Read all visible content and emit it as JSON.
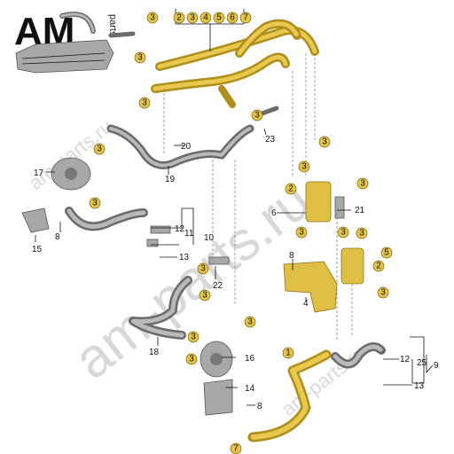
{
  "brand": {
    "logo_text": "AM",
    "logo_sub": "parts"
  },
  "watermark": {
    "text": "am-parts.ru"
  },
  "callouts": {
    "header": [
      "2",
      "3",
      "4",
      "5",
      "6",
      "7"
    ],
    "top_yellow": [
      "3",
      "3",
      "3"
    ],
    "right_yellow": [
      "3",
      "3",
      "2",
      "3",
      "3",
      "3",
      "3",
      "3",
      "2",
      "5",
      "3"
    ],
    "left_yellow": [
      "3",
      "3",
      "3",
      "3"
    ],
    "bottom_yellow": [
      "3",
      "3",
      "3",
      "1",
      "7"
    ]
  },
  "part_numbers": {
    "p20": "20",
    "p19": "19",
    "p17": "17",
    "p23": "23",
    "p15": "15",
    "p8a": "8",
    "p12a": "12",
    "p11": "11",
    "p10": "10",
    "p13a": "13",
    "p22": "22",
    "p21": "21",
    "p6": "6",
    "p8b": "8",
    "p4": "4",
    "p18": "18",
    "p16": "16",
    "p14": "14",
    "p8c": "8",
    "p9": "9",
    "p25": "25",
    "p12b": "12",
    "p13b": "13"
  }
}
